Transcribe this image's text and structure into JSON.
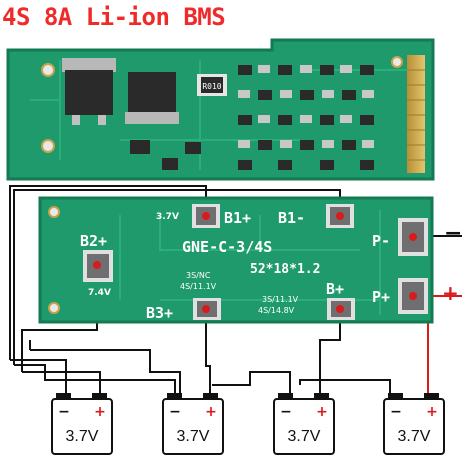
{
  "title": "4S 8A Li-ion BMS",
  "top_board": {
    "resistor_marking": "R010"
  },
  "bottom_board": {
    "model": "GNE-C-3/4S",
    "dimensions": "52*18*1.2",
    "pads": {
      "b1_plus": "B1+",
      "b1_minus": "B1-",
      "b2_plus": "B2+",
      "b3_plus": "B3+",
      "b_plus": "B+",
      "p_minus": "P-",
      "p_plus": "P+"
    },
    "silk": {
      "v37": "3.7V",
      "v74": "7.4V",
      "nc_line1": "3S/NC",
      "nc_line2": "4S/11.1V",
      "s3_line1": "3S/11.1V",
      "s3_line2": "4S/14.8V"
    }
  },
  "outputs": {
    "minus_symbol": "−",
    "plus_symbol": "+"
  },
  "batteries": [
    {
      "voltage": "3.7V",
      "neg": "−",
      "pos": "+"
    },
    {
      "voltage": "3.7V",
      "neg": "−",
      "pos": "+"
    },
    {
      "voltage": "3.7V",
      "neg": "−",
      "pos": "+"
    },
    {
      "voltage": "3.7V",
      "neg": "−",
      "pos": "+"
    }
  ],
  "colors": {
    "pcb_green": "#1f9a6c",
    "pcb_dark": "#137a52",
    "pad_gray": "#6f6f72",
    "wire_black": "#111111",
    "wire_red": "#d81b1b",
    "title_red": "#ef2a2a",
    "gold": "#c9a34a"
  }
}
